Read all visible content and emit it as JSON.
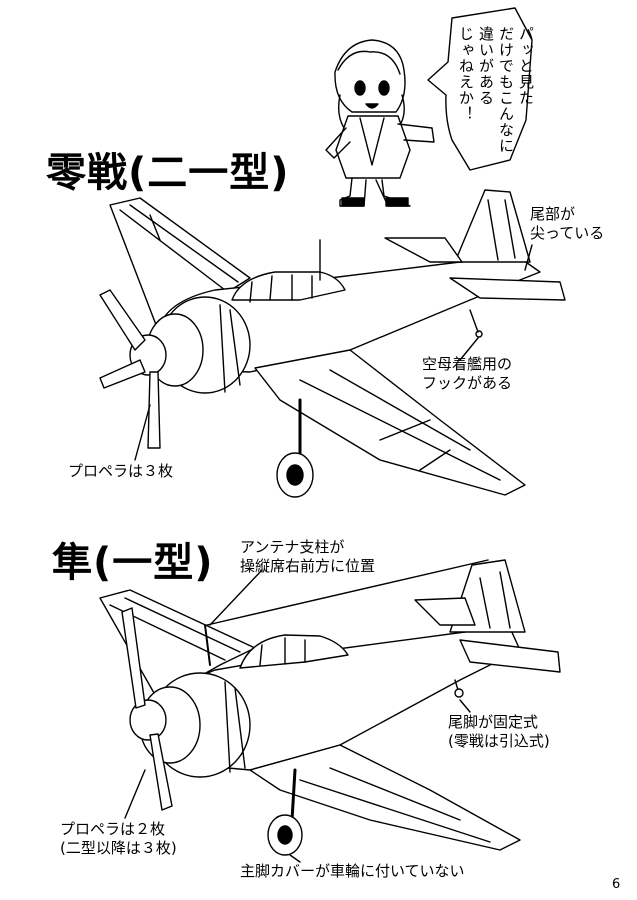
{
  "page": {
    "page_number": "6"
  },
  "speech_bubble": {
    "lines": [
      "パッと見た",
      "だけでもこんなに",
      "違いがある",
      "じゃねえか！"
    ]
  },
  "zero": {
    "title": "零戦(二一型)",
    "callouts": {
      "tail": [
        "尾部が",
        "尖っている"
      ],
      "hook": [
        "空母着艦用の",
        "フックがある"
      ],
      "propeller": "プロペラは３枚"
    }
  },
  "hayabusa": {
    "title": "隼(一型)",
    "callouts": {
      "antenna": [
        "アンテナ支柱が",
        "操縦席右前方に位置"
      ],
      "tailwheel": [
        "尾脚が固定式",
        "(零戦は引込式)"
      ],
      "propeller": [
        "プロペラは２枚",
        "(二型以降は３枚)"
      ],
      "gear_cover": "主脚カバーが車輪に付いていない"
    }
  }
}
